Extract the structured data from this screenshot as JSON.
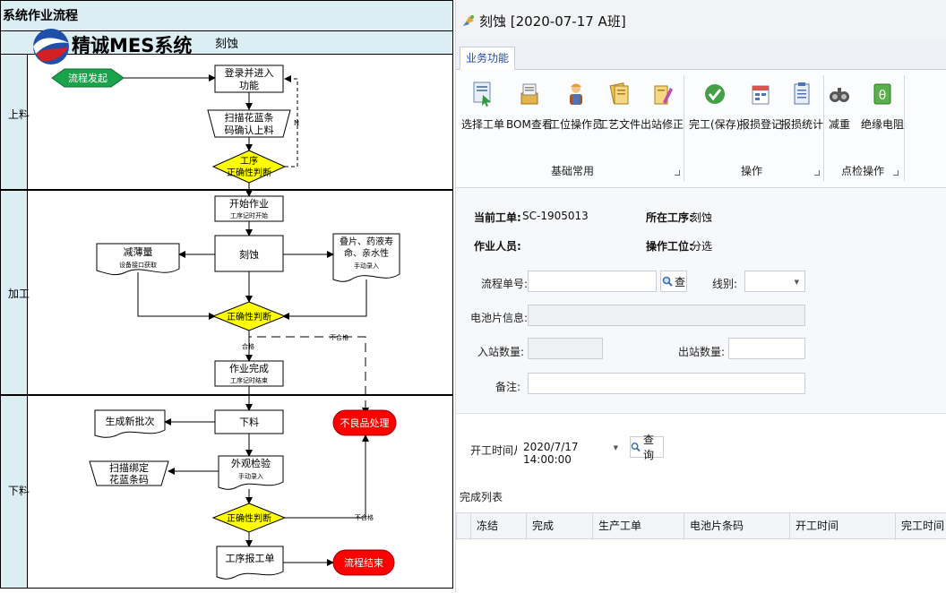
{
  "flowchart": {
    "title": "系统作业流程",
    "logo_text": "精诚MES系统",
    "header_process": "刻蚀",
    "lanes": [
      "上料",
      "加工",
      "下料"
    ],
    "nodes": {
      "start": "流程发起",
      "login": [
        "登录并进入",
        "功能"
      ],
      "scan_load": [
        "扫描花蓝条",
        "码确认上料"
      ],
      "decision1": [
        "工序",
        "正确性判断"
      ],
      "no_label": "N",
      "start_work": "开始作业",
      "start_work_sub": "工序记时开始",
      "thin": "减薄量",
      "thin_sub": "设备接口获取",
      "etch": "刻蚀",
      "manual": [
        "叠片、药液寿",
        "命、亲水性"
      ],
      "manual_sub": "手动录入",
      "decision2": "正确性判断",
      "pass": "合格",
      "fail": "不合格",
      "finish": "作业完成",
      "finish_sub": "工序记时结束",
      "unload": "下料",
      "new_batch": "生成新批次",
      "bind": [
        "扫描绑定",
        "花蓝条码"
      ],
      "inspect": "外观检验",
      "inspect_sub": "手动录入",
      "defect": "不良品处理",
      "decision3": "正确性判断",
      "fail3": "不合格",
      "report": "工序报工单",
      "end": "流程结束"
    }
  },
  "window": {
    "title": "刻蚀 [2020-07-17 A班]",
    "tab": "业务功能"
  },
  "ribbon": {
    "buttons": [
      {
        "label": "选择工单",
        "icon": "select-order-icon"
      },
      {
        "label": "BOM查看",
        "icon": "bom-icon"
      },
      {
        "label": "工位操作员",
        "icon": "operator-icon"
      },
      {
        "label": "工艺文件",
        "icon": "process-doc-icon"
      },
      {
        "label": "出站修正",
        "icon": "outbound-fix-icon"
      },
      {
        "label": "完工(保存)",
        "icon": "complete-check-icon"
      },
      {
        "label": "报损登记",
        "icon": "loss-register-icon"
      },
      {
        "label": "报损统计",
        "icon": "loss-stats-icon"
      },
      {
        "label": "减重",
        "icon": "weight-icon"
      },
      {
        "label": "绝缘电阻",
        "icon": "resistance-icon"
      }
    ],
    "groups": [
      "基础常用",
      "操作",
      "点检操作"
    ]
  },
  "form": {
    "current_order_label": "当前工单:",
    "current_order_value": "SC-1905013",
    "process_label": "所在工序:",
    "process_value": "刻蚀",
    "operator_label": "作业人员:",
    "operator_value": "",
    "station_label": "操作工位:",
    "station_value": "分选",
    "flow_no_label": "流程单号:",
    "flow_no_value": "",
    "query_button": "查",
    "line_label": "线别:",
    "line_value": "",
    "cell_info_label": "电池片信息:",
    "in_qty_label": "入站数量:",
    "out_qty_label": "出站数量:",
    "remark_label": "备注:"
  },
  "time_filter": {
    "label": "开工时间从:",
    "value": "2020/7/17 14:00:00",
    "query_button": "查询"
  },
  "list": {
    "title": "完成列表",
    "columns": [
      "冻结",
      "完成",
      "生产工单",
      "电池片条码",
      "开工时间",
      "完工时间"
    ]
  },
  "colors": {
    "lane_header_bg": "#dbeef4",
    "start_green": "#1aa34a",
    "decision_yellow": "#ffff00",
    "end_red": "#ff0000",
    "logo_blue": "#1f4fa8",
    "check_green": "#43a047"
  }
}
